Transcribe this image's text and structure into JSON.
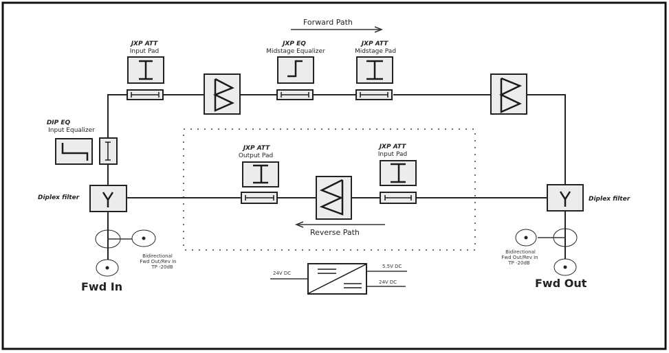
{
  "diagram": {
    "title": "Forward / Reverse Path Amplifier Block Diagram",
    "forward_path_label": "Forward Path",
    "reverse_path_label": "Reverse Path",
    "input_pad": {
      "line1": "JXP ATT",
      "line2": "Input Pad"
    },
    "input_equalizer": {
      "line1": "DIP EQ",
      "line2": "Input Equalizer"
    },
    "midstage_equalizer": {
      "line1": "JXP EQ",
      "line2": "Midstage Equalizer"
    },
    "midstage_pad": {
      "line1": "JXP ATT",
      "line2": "Midstage Pad"
    },
    "reverse_output_pad": {
      "line1": "JXP ATT",
      "line2": "Output Pad"
    },
    "reverse_input_pad": {
      "line1": "JXP ATT",
      "line2": "Input Pad"
    },
    "diplex_filter_left": "Diplex filter",
    "diplex_filter_right": "Diplex filter",
    "test_point_left": {
      "line1": "Bidirectional",
      "line2": "Fwd Out/Rev In",
      "line3": "TP -20dB"
    },
    "test_point_right": {
      "line1": "Bidirectional",
      "line2": "Fwd Out/Rev In",
      "line3": "TP -20dB"
    },
    "fwd_in_label": "Fwd In",
    "fwd_out_label": "Fwd Out",
    "power_supply": {
      "input": "24V DC",
      "output_1": "5.5V DC",
      "output_2": "24V DC"
    }
  }
}
